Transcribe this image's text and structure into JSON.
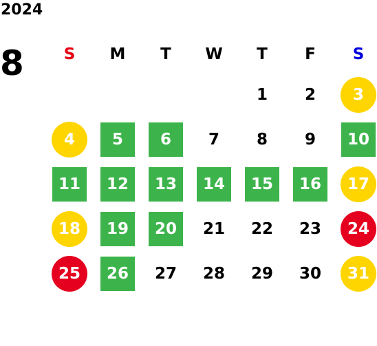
{
  "year": "2024",
  "month": "8",
  "weekdays": [
    {
      "label": "S",
      "type": "sun"
    },
    {
      "label": "M",
      "type": "weekday"
    },
    {
      "label": "T",
      "type": "weekday"
    },
    {
      "label": "W",
      "type": "weekday"
    },
    {
      "label": "T",
      "type": "weekday"
    },
    {
      "label": "F",
      "type": "weekday"
    },
    {
      "label": "S",
      "type": "sat"
    }
  ],
  "colors": {
    "green": "#3cb44b",
    "yellow": "#ffd500",
    "red": "#e50020",
    "sunday_header": "#e60012",
    "saturday_header": "#0000dd"
  },
  "weeks": [
    [
      {
        "day": "",
        "style": "none"
      },
      {
        "day": "",
        "style": "none"
      },
      {
        "day": "",
        "style": "none"
      },
      {
        "day": "",
        "style": "none"
      },
      {
        "day": "1",
        "style": "plain"
      },
      {
        "day": "2",
        "style": "plain"
      },
      {
        "day": "3",
        "style": "yellow"
      }
    ],
    [
      {
        "day": "4",
        "style": "yellow"
      },
      {
        "day": "5",
        "style": "green"
      },
      {
        "day": "6",
        "style": "green"
      },
      {
        "day": "7",
        "style": "plain"
      },
      {
        "day": "8",
        "style": "plain"
      },
      {
        "day": "9",
        "style": "plain"
      },
      {
        "day": "10",
        "style": "green"
      }
    ],
    [
      {
        "day": "11",
        "style": "green"
      },
      {
        "day": "12",
        "style": "green"
      },
      {
        "day": "13",
        "style": "green"
      },
      {
        "day": "14",
        "style": "green"
      },
      {
        "day": "15",
        "style": "green"
      },
      {
        "day": "16",
        "style": "green"
      },
      {
        "day": "17",
        "style": "yellow"
      }
    ],
    [
      {
        "day": "18",
        "style": "yellow"
      },
      {
        "day": "19",
        "style": "green"
      },
      {
        "day": "20",
        "style": "green"
      },
      {
        "day": "21",
        "style": "plain"
      },
      {
        "day": "22",
        "style": "plain"
      },
      {
        "day": "23",
        "style": "plain"
      },
      {
        "day": "24",
        "style": "red"
      }
    ],
    [
      {
        "day": "25",
        "style": "red"
      },
      {
        "day": "26",
        "style": "green"
      },
      {
        "day": "27",
        "style": "plain"
      },
      {
        "day": "28",
        "style": "plain"
      },
      {
        "day": "29",
        "style": "plain"
      },
      {
        "day": "30",
        "style": "plain"
      },
      {
        "day": "31",
        "style": "yellow"
      }
    ]
  ]
}
